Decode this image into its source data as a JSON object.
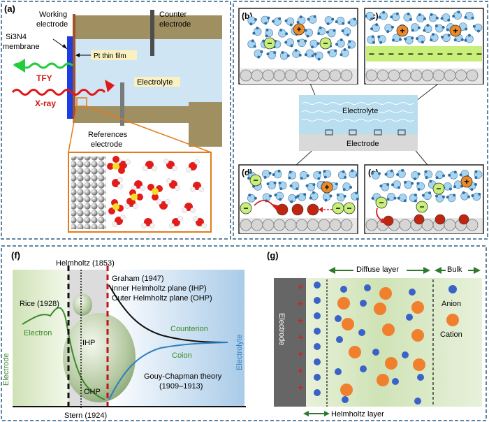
{
  "panel_a": {
    "label": "(a)",
    "working_electrode": [
      "Working",
      "electrode"
    ],
    "counter_electrode": [
      "Counter",
      "electrode"
    ],
    "membrane": [
      "Si3N4",
      "membrane"
    ],
    "pt_film": "Pt thin film",
    "tfy": "TFY",
    "xray": "X-ray",
    "electrolyte": "Electrolyte",
    "references_electrode": [
      "References",
      "electrode"
    ]
  },
  "panel_b_e": {
    "label_b": "(b)",
    "label_c": "(c)",
    "label_d": "(d)",
    "label_e": "(e)",
    "center_electrolyte": "Electrolyte",
    "center_electrode": "Electrode",
    "plus": "+",
    "minus": "−"
  },
  "panel_f": {
    "label": "(f)",
    "helmholtz": "Helmholtz (1853)",
    "graham": "Graham (1947)",
    "ihp_full": "Inner Helmholtz plane (IHP)",
    "ohp_full": "Outer Helmholtz plane (OHP)",
    "rice": "Rice (1928)",
    "electron": "Electron",
    "ihp": "IHP",
    "ohp": "OHP",
    "counterion": "Counterion",
    "coion": "Coion",
    "gouy": "Gouy-Chapman theory",
    "gouy_years": "(1909–1913)",
    "electrode": "Electrode",
    "electrolyte": "Electrolyte",
    "stern": "Stern (1924)",
    "colors": {
      "electron": "#3a8a2a",
      "coion": "#2e7fc0",
      "helmholtz_line": "#c0141c"
    }
  },
  "panel_g": {
    "label": "(g)",
    "diffuse": "Diffuse layer",
    "bulk": "Bulk",
    "electrode": "Electrode",
    "anion": "Anion",
    "cation": "Cation",
    "helmholtz_layer": "Helmholtz layer",
    "plus": "+",
    "colors": {
      "anion": "#3a62c8",
      "cation": "#f07f2e"
    }
  }
}
